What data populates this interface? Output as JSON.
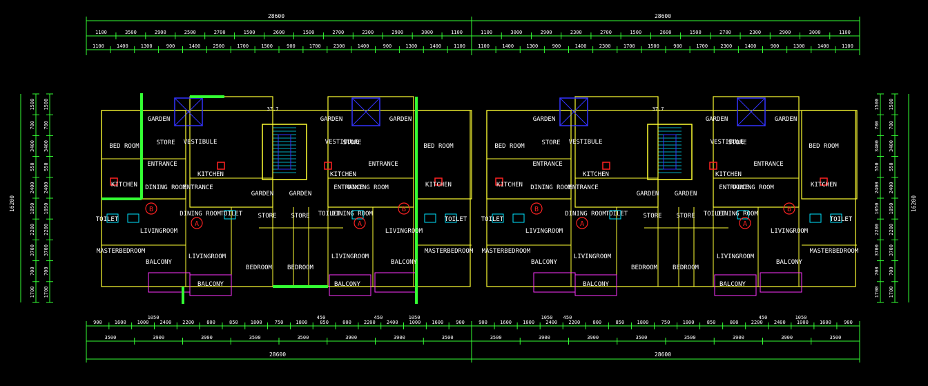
{
  "colors": {
    "background": "#000000",
    "dimension": "#33ff33",
    "wall": "#ffff33",
    "room_label": "#ffffff",
    "cyan": "#00e5ff",
    "magenta": "#ff33ff",
    "green_wall": "#33ff33",
    "red": "#ff2222",
    "blue": "#3333ff"
  },
  "overall": {
    "top_left": "28600",
    "top_right": "28600",
    "bottom_left": "28600",
    "bottom_right": "28600",
    "side_left": "16200",
    "side_right": "16200"
  },
  "top_dims": {
    "row1_left": [
      "1100",
      "3500",
      "2900",
      "2500",
      "2700",
      "1500",
      "2600",
      "1500",
      "2700",
      "2300",
      "2900",
      "3000",
      "1100"
    ],
    "row1_right": [
      "1100",
      "3000",
      "2900",
      "2300",
      "2700",
      "1500",
      "2600",
      "1500",
      "2700",
      "2300",
      "2900",
      "3000",
      "1100"
    ],
    "row2_left": [
      "1100",
      "1400",
      "1300",
      "900",
      "1400",
      "2500",
      "1700",
      "1500",
      "900",
      "1700",
      "2300",
      "1400",
      "900",
      "1300",
      "1400",
      "1100"
    ],
    "row2_right": [
      "1100",
      "1400",
      "1300",
      "900",
      "1400",
      "2300",
      "1700",
      "1500",
      "900",
      "1700",
      "2300",
      "1400",
      "900",
      "1300",
      "1400",
      "1100"
    ]
  },
  "bottom_dims": {
    "row1_left": [
      "900",
      "1600",
      "1000",
      "2400",
      "2200",
      "800",
      "850",
      "1800",
      "750",
      "1800",
      "850",
      "800",
      "2200",
      "2400",
      "1000",
      "1600",
      "900"
    ],
    "row1_right": [
      "900",
      "1600",
      "1000",
      "2400",
      "2200",
      "800",
      "850",
      "1800",
      "750",
      "1800",
      "850",
      "800",
      "2200",
      "2400",
      "1000",
      "1600",
      "900"
    ],
    "row_top_left": [
      "1050",
      "450",
      "450",
      "1050"
    ],
    "row_top_right": [
      "1050",
      "450",
      "450",
      "1050"
    ],
    "row2_left": [
      "3500",
      "3900",
      "3900",
      "3500",
      "3500",
      "3900",
      "3900",
      "3500"
    ],
    "row2_right": [
      "3500",
      "3900",
      "3900",
      "3500",
      "3500",
      "3900",
      "3900",
      "3500"
    ]
  },
  "side_dims": {
    "left": [
      "1500",
      "700",
      "3400",
      "550",
      "2400",
      "1050",
      "2200",
      "3700",
      "700",
      "1700"
    ],
    "right": [
      "1500",
      "700",
      "3400",
      "550",
      "2400",
      "1050",
      "2200",
      "3700",
      "700",
      "1700"
    ]
  },
  "rooms": {
    "garden": "GARDEN",
    "store": "STORE",
    "vestibule": "VESTIBULE",
    "bedroom": "BED ROOM",
    "bedroom2": "BEDROOM",
    "entrance": "ENTRANCE",
    "kitchen": "KITCHEN",
    "dining": "DINING ROOM",
    "toilet": "TOILET",
    "living": "LIVINGROOM",
    "master": "MASTERBEDROOM",
    "balcony": "BALCONY",
    "unit_a": "A",
    "unit_b": "B",
    "stair_level": "37.7"
  }
}
